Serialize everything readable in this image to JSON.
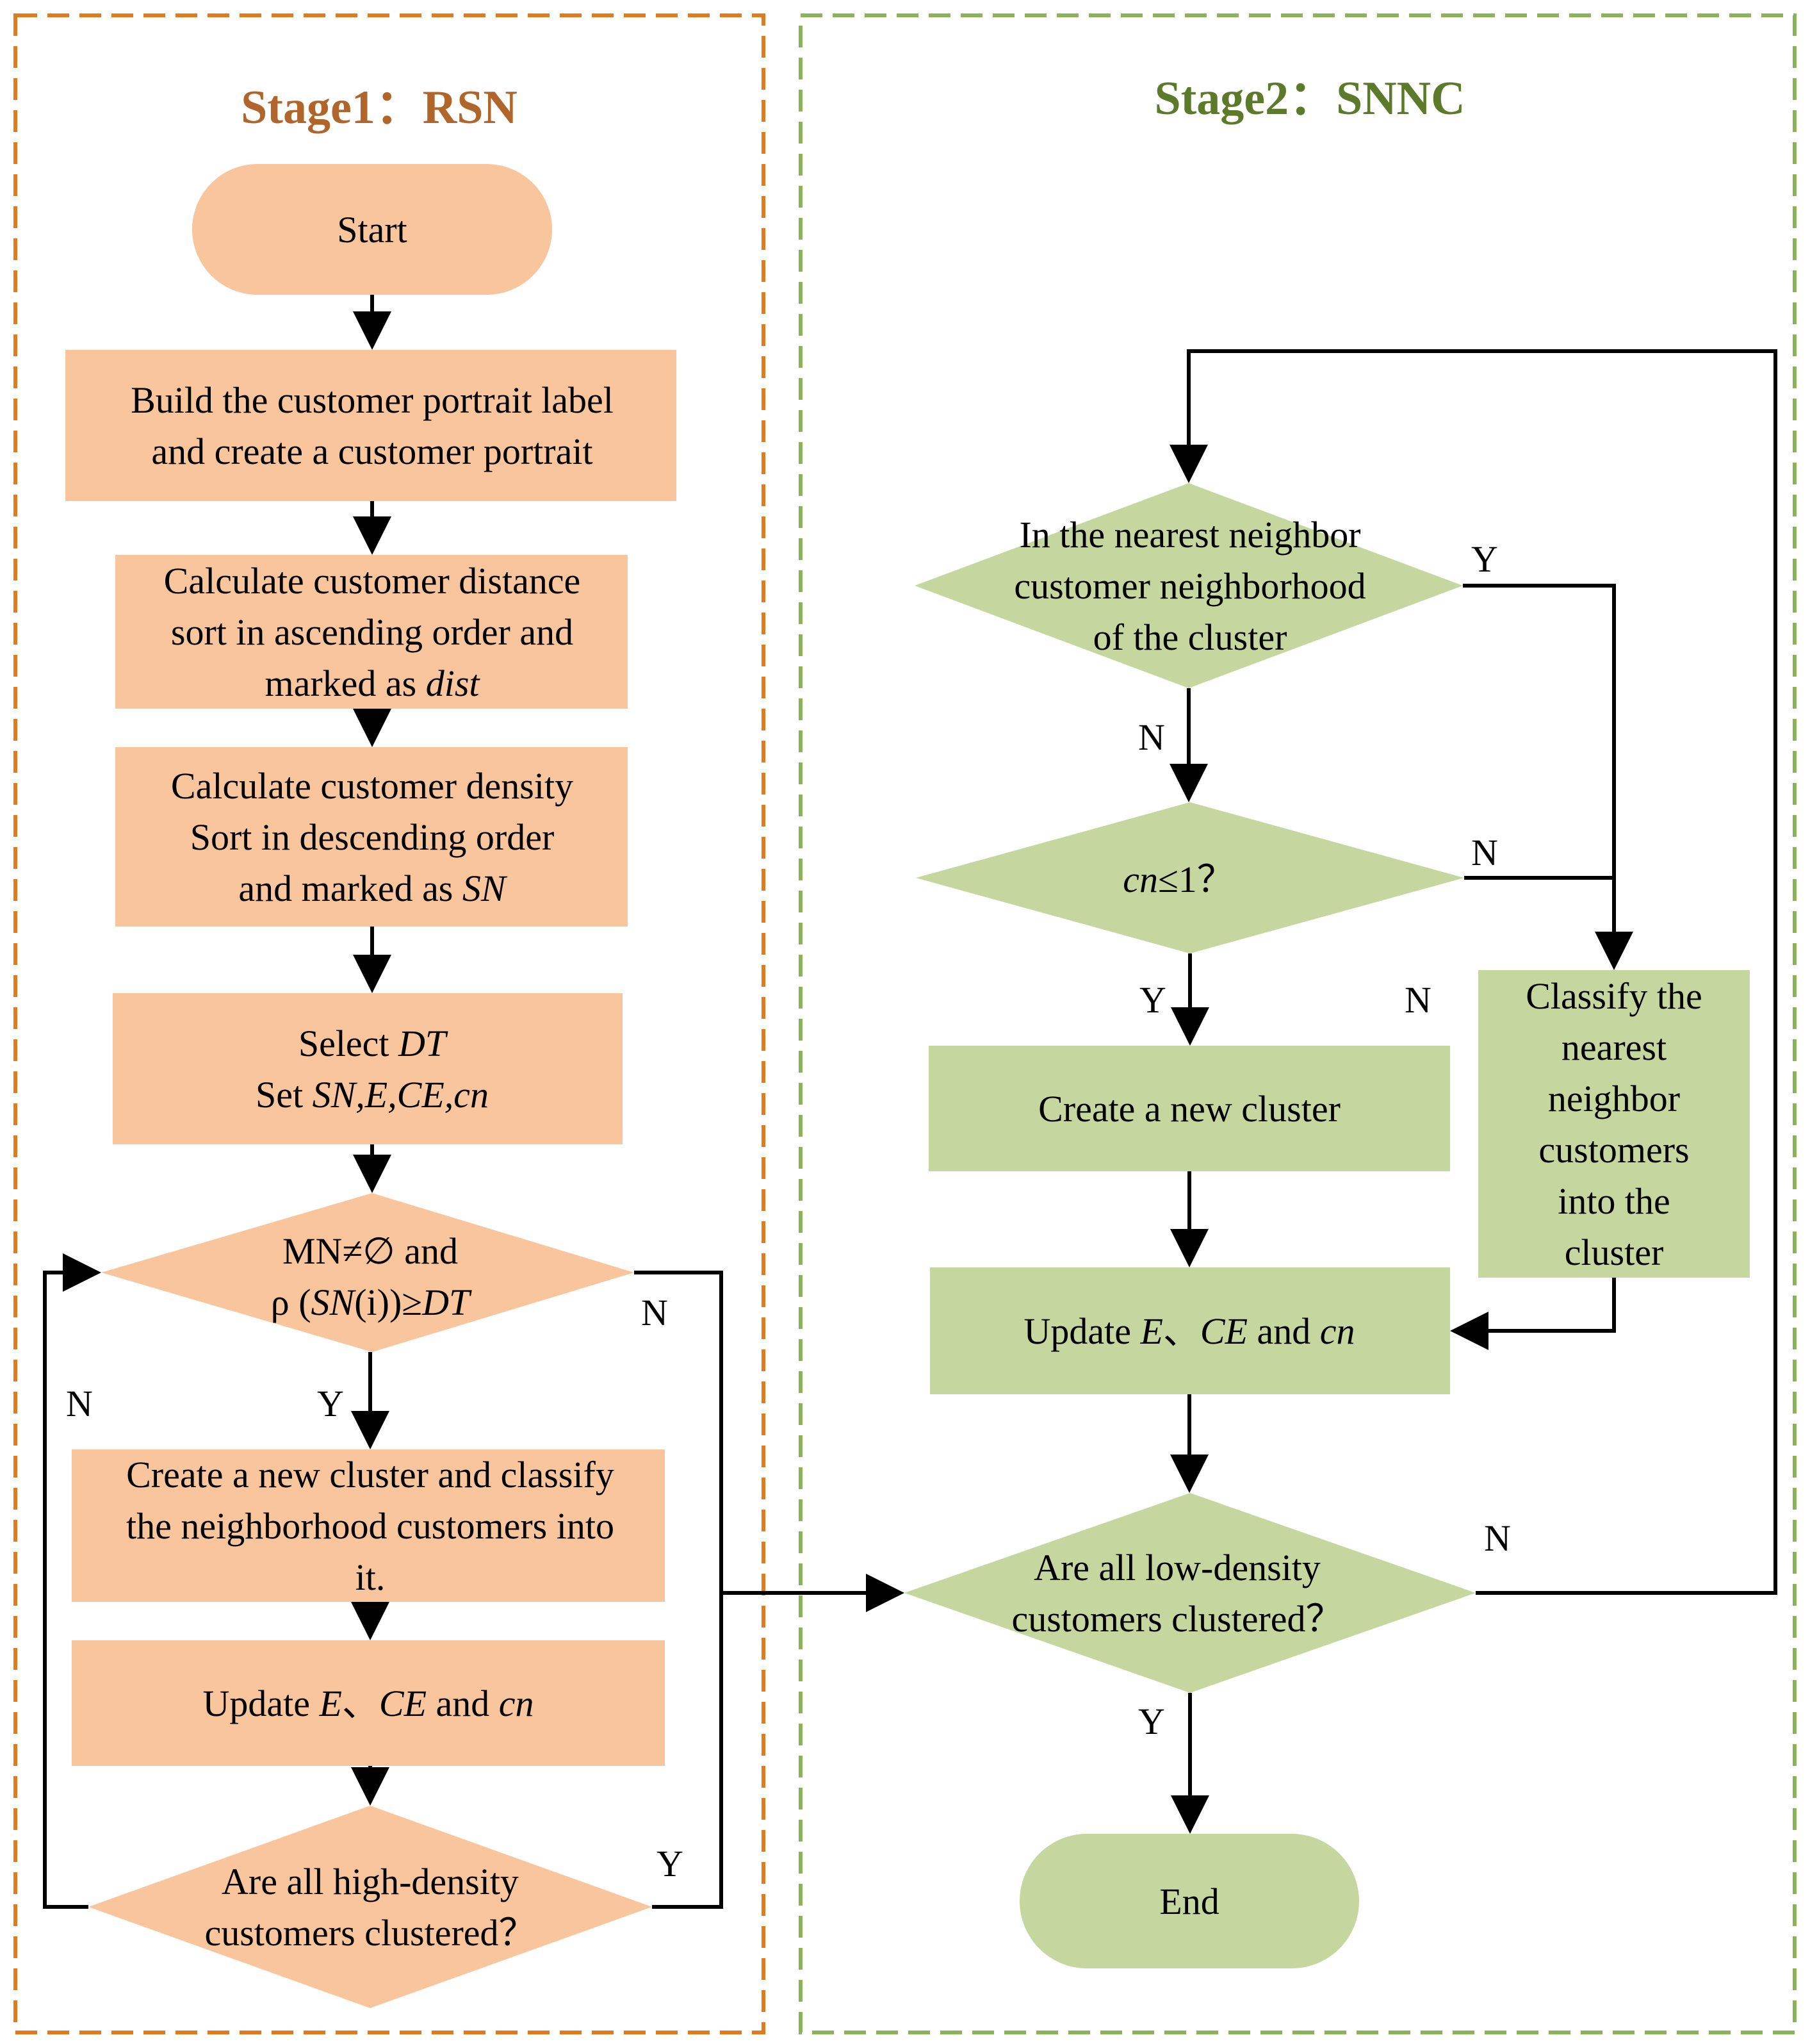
{
  "colors": {
    "stage1_fill": "#F8C59C",
    "stage1_border": "#E07B1E",
    "stage1_title": "#B0652A",
    "stage2_fill": "#C5D79E",
    "stage2_border": "#8DB35A",
    "stage2_title": "#5D7A2B",
    "edge": "#000000"
  },
  "stages": {
    "stage1_title": "Stage1：RSN",
    "stage2_title": "Stage2：SNNC"
  },
  "nodes": {
    "start": {
      "lines": [
        "Start"
      ]
    },
    "build": {
      "lines": [
        "Build the customer  portrait label",
        "and create a customer portrait"
      ]
    },
    "dist": {
      "lines": [
        "Calculate customer distance",
        "sort in ascending order and",
        "marked as <i>dist</i>"
      ]
    },
    "density": {
      "lines": [
        "Calculate customer density",
        "Sort in descending order",
        "and marked as <i>SN</i>"
      ]
    },
    "select": {
      "lines": [
        "Select <i>DT</i>",
        "Set <i>SN,E,CE,cn</i>"
      ]
    },
    "cond_mn": {
      "lines": [
        "MN≠∅ and",
        "ρ (<i>SN</i>(i))≥<i>DT</i>"
      ]
    },
    "create1": {
      "lines": [
        "Create a new cluster and classify",
        "the neighborhood customers into",
        "it."
      ]
    },
    "update1": {
      "lines": [
        "Update <i>E</i>、<i>CE</i> and <i>cn</i>"
      ]
    },
    "cond_high": {
      "lines": [
        "Are all high-density",
        "customers clustered？"
      ]
    },
    "cond_nn": {
      "lines": [
        "In the nearest neighbor",
        "customer neighborhood",
        "of the cluster"
      ]
    },
    "cond_cn": {
      "lines": [
        "<i>cn</i>≤1？"
      ]
    },
    "create2": {
      "lines": [
        "Create a new cluster"
      ]
    },
    "classify": {
      "lines": [
        "Classify the",
        "nearest",
        "neighbor",
        "customers",
        "into the",
        "cluster"
      ]
    },
    "update2": {
      "lines": [
        "Update <i>E</i>、<i>CE</i> and <i>cn</i>"
      ]
    },
    "cond_low": {
      "lines": [
        "Are all low-density",
        "customers clustered？"
      ]
    },
    "end": {
      "lines": [
        "End"
      ]
    }
  },
  "edge_labels": {
    "mn_no": "N",
    "mn_yes": "Y",
    "high_no": "N",
    "high_yes": "Y",
    "nn_yes": "Y",
    "nn_no": "N",
    "cn_no": "N",
    "cn_yes": "Y",
    "cn_no_right": "N",
    "low_no": "N",
    "low_yes": "Y"
  }
}
